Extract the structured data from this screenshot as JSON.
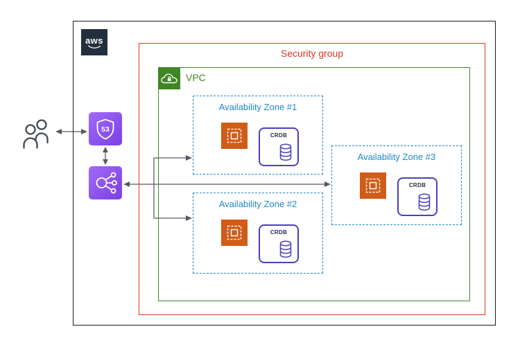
{
  "aws_cloud": {
    "logo_text": "aws"
  },
  "security_group": {
    "label": "Security group",
    "color": "#dd3522"
  },
  "vpc": {
    "label": "VPC",
    "color": "#3f8624"
  },
  "availability_zones": [
    {
      "label": "Availability Zone #1",
      "database_label": "CRDB"
    },
    {
      "label": "Availability Zone #2",
      "database_label": "CRDB"
    },
    {
      "label": "Availability Zone #3",
      "database_label": "CRDB"
    }
  ],
  "route53": {
    "shield_text": "53"
  },
  "icons": {
    "users": "users-icon",
    "route53": "route53-shield-icon",
    "load_balancer": "elastic-load-balancing-icon",
    "ec2": "ec2-instance-chip-icon",
    "database": "database-cylinder-icon",
    "vpc_badge": "vpc-cloud-lock-icon",
    "aws_logo": "aws-logo"
  },
  "colors": {
    "az_border_blue": "#1e87c9",
    "ec2_orange": "#d05c17",
    "network_purple": "#8c4fff",
    "crdb_indigo": "#4940b8",
    "arrow_gray": "#545b64",
    "aws_dark": "#232f3e"
  }
}
